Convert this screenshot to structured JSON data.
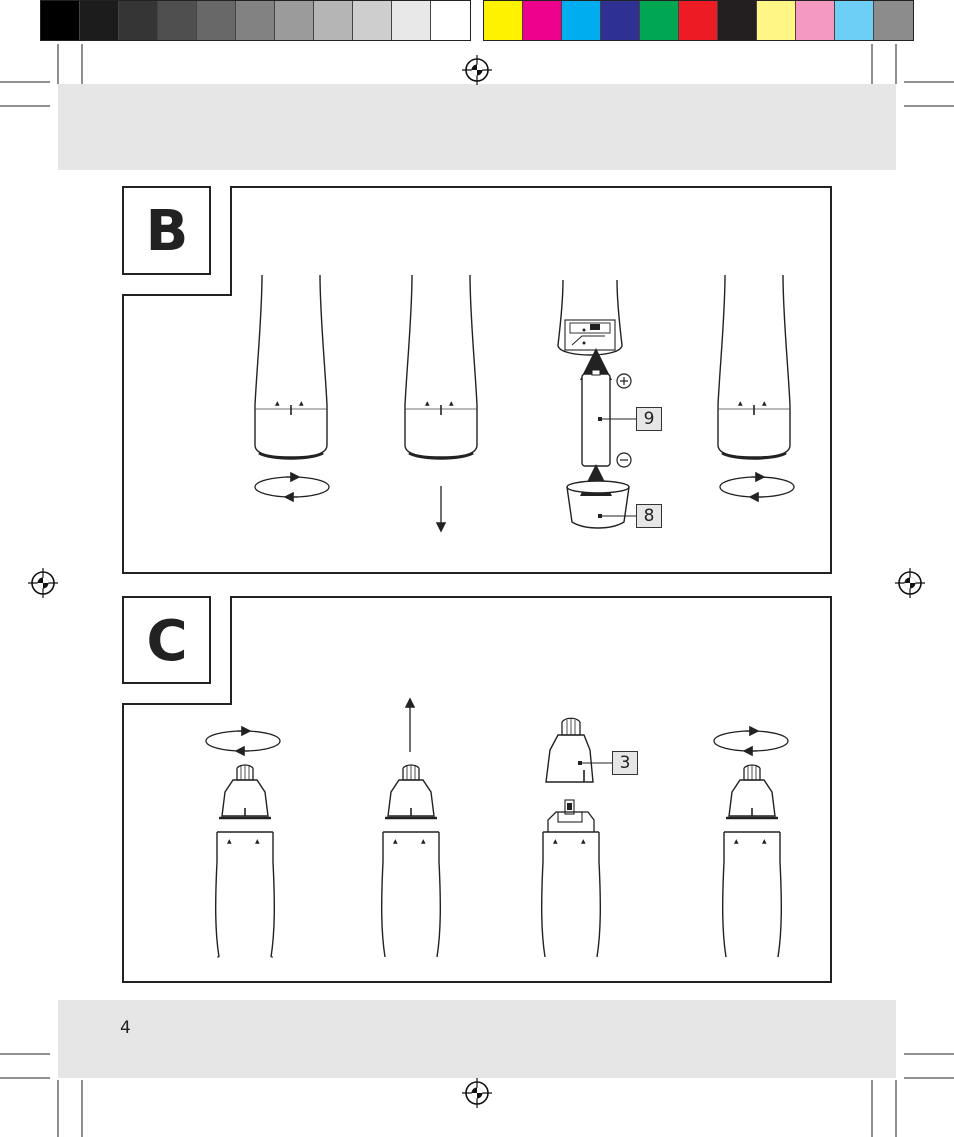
{
  "color_bar": {
    "grays": [
      "#000000",
      "#1c1c1c",
      "#353535",
      "#4f4f4f",
      "#686868",
      "#828282",
      "#9b9b9b",
      "#b5b5b5",
      "#cecece",
      "#e8e8e8",
      "#ffffff"
    ],
    "colors": [
      "#fff200",
      "#ec008c",
      "#00aeef",
      "#2e3192",
      "#00a651",
      "#ed1c24",
      "#231f20",
      "#fff685",
      "#f49ac1",
      "#6dcff6",
      "#8c8c8c"
    ]
  },
  "section_b": {
    "letter": "B",
    "labels": {
      "battery": "9",
      "cap": "8"
    }
  },
  "section_c": {
    "letter": "C",
    "labels": {
      "head": "3"
    }
  },
  "footer": {
    "page_number": "4"
  }
}
